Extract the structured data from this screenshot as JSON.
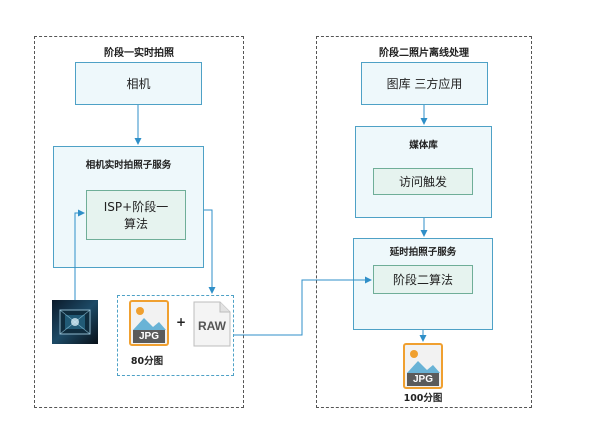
{
  "stage1": {
    "title": "阶段一实时拍照",
    "camera": "相机",
    "service_title": "相机实时拍照子服务",
    "isp_algo_line1": "ISP+阶段一",
    "isp_algo_line2": "算法",
    "plus": "+",
    "jpg_label": "JPG",
    "raw_label": "RAW",
    "caption": "80分图"
  },
  "stage2": {
    "title": "阶段二照片离线处理",
    "gallery": "图库 三方应用",
    "media_title": "媒体库",
    "access_trigger": "访问触发",
    "deferred_title": "延时拍照子服务",
    "stage2_algo": "阶段二算法",
    "jpg_label": "JPG",
    "caption": "100分图"
  },
  "colors": {
    "box_fill": "#eef8fb",
    "box_border": "#4ea1c6",
    "inner_fill": "#e6f3ef",
    "inner_border": "#6fae98",
    "arrow": "#2f8fc8",
    "jpg_badge": "#5b5b5b",
    "jpg_orange": "#f0a030"
  }
}
